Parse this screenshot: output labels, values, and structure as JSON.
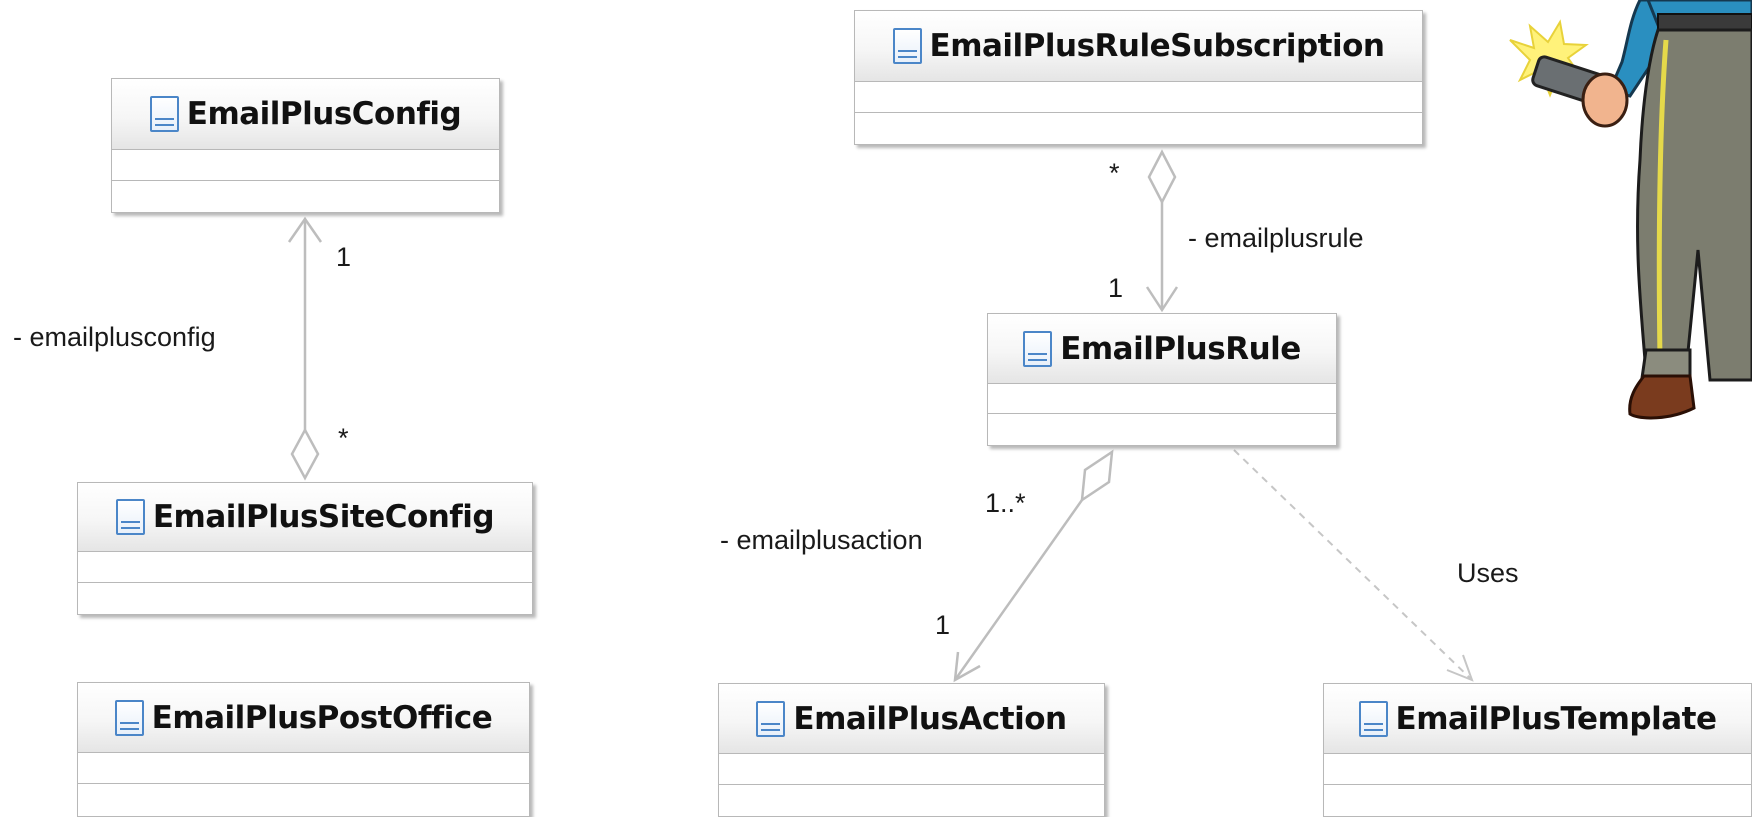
{
  "classes": {
    "config": "EmailPlusConfig",
    "site_config": "EmailPlusSiteConfig",
    "post_office": "EmailPlusPostOffice",
    "rule_subscription": "EmailPlusRuleSubscription",
    "rule": "EmailPlusRule",
    "action": "EmailPlusAction",
    "template": "EmailPlusTemplate"
  },
  "associations": {
    "config_site": {
      "role": "- emailplusconfig",
      "source_mult": "1",
      "target_mult": "*"
    },
    "subscription_rule": {
      "role": "- emailplusrule",
      "source_mult": "*",
      "target_mult": "1"
    },
    "rule_action": {
      "role": "- emailplusaction",
      "source_mult": "1..*",
      "target_mult": "1"
    },
    "rule_template": {
      "label": "Uses"
    }
  },
  "colors": {
    "class_border": "#b8b8b8",
    "class_icon": "#4b86c8",
    "connector": "#bdbdbd"
  }
}
